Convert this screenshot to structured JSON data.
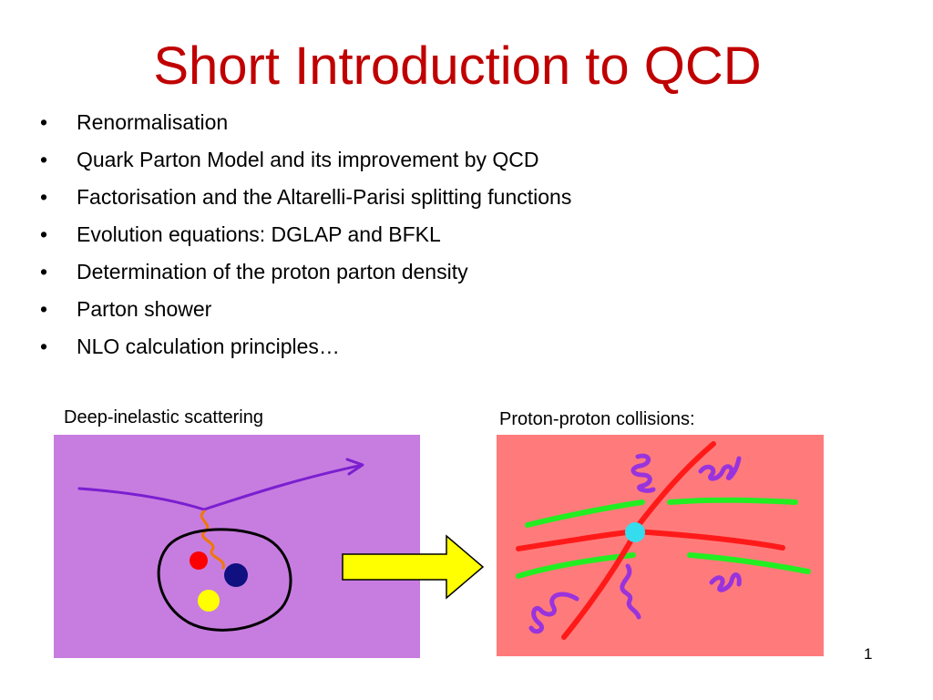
{
  "slide": {
    "title": "Short Introduction to QCD",
    "bullet_symbol": "•",
    "bullets": [
      "Renormalisation",
      "Quark Parton Model and its improvement by QCD",
      "Factorisation and the Altarelli-Parisi splitting functions",
      "Evolution equations: DGLAP and BFKL",
      "Determination of the proton parton density",
      "Parton shower",
      "NLO calculation principles…"
    ],
    "captions": {
      "left": "Deep-inelastic scattering",
      "right": "Proton-proton collisions:"
    },
    "page_number": "1"
  },
  "colors": {
    "title": "#c00000",
    "dis_background": "#c77de0",
    "pp_background": "#ff7b7b",
    "arrow_fill": "#ffff00",
    "lepton": "#7b1fd0",
    "gluon": "#f07800",
    "proton_outline": "#000000",
    "quark_red": "#ff0000",
    "quark_blue": "#101080",
    "quark_yellow": "#ffff00",
    "parton_red": "#ff1a1a",
    "spectator_green": "#22ee22",
    "hard_scatter": "#33ddee",
    "radiation": "#9933dd"
  },
  "icons": {
    "arrow": "right-arrow-icon"
  }
}
